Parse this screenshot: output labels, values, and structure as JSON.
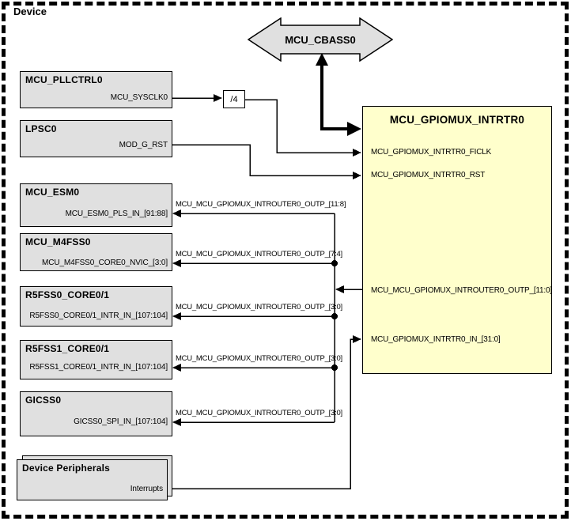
{
  "device_label": "Device",
  "colors": {
    "module_fill": "#e0e0e0",
    "router_fill": "#ffffcc",
    "line": "#000000",
    "background": "#ffffff"
  },
  "cbass": {
    "label": "MCU_CBASS0"
  },
  "divider": {
    "label": "/4"
  },
  "modules": [
    {
      "title": "MCU_PLLCTRL0",
      "port": "MCU_SYSCLK0"
    },
    {
      "title": "LPSC0",
      "port": "MOD_G_RST"
    },
    {
      "title": "MCU_ESM0",
      "port": "MCU_ESM0_PLS_IN_[91:88]"
    },
    {
      "title": "MCU_M4FSS0",
      "port": "MCU_M4FSS0_CORE0_NVIC_[3:0]"
    },
    {
      "title": "R5FSS0_CORE0/1",
      "port": "R5FSS0_CORE0/1_INTR_IN_[107:104]"
    },
    {
      "title": "R5FSS1_CORE0/1",
      "port": "R5FSS1_CORE0/1_INTR_IN_[107:104]"
    },
    {
      "title": "GICSS0",
      "port": "GICSS0_SPI_IN_[107:104]"
    },
    {
      "title": "Device Peripherals",
      "port": "Interrupts"
    }
  ],
  "router": {
    "title": "MCU_GPIOMUX_INTRTR0",
    "ports": [
      "MCU_GPIOMUX_INTRTR0_FICLK",
      "MCU_GPIOMUX_INTRTR0_RST",
      "MCU_MCU_GPIOMUX_INTROUTER0_OUTP_[11:0]",
      "MCU_GPIOMUX_INTRTR0_IN_[31:0]"
    ]
  },
  "connection_labels": [
    "MCU_MCU_GPIOMUX_INTROUTER0_OUTP_[11:8]",
    "MCU_MCU_GPIOMUX_INTROUTER0_OUTP_[7:4]",
    "MCU_MCU_GPIOMUX_INTROUTER0_OUTP_[3:0]",
    "MCU_MCU_GPIOMUX_INTROUTER0_OUTP_[3:0]",
    "MCU_MCU_GPIOMUX_INTROUTER0_OUTP_[3:0]"
  ]
}
